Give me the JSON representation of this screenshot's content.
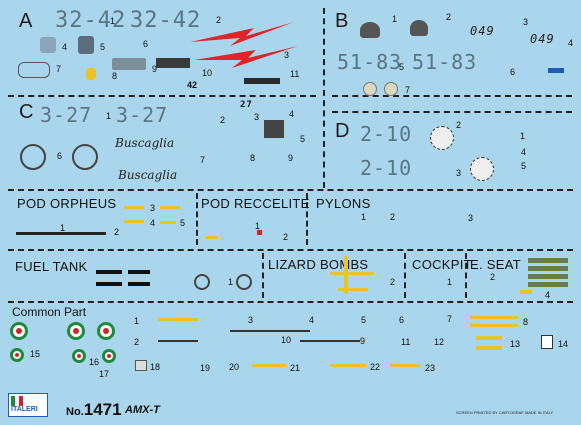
{
  "sections": {
    "A": {
      "letter": "A",
      "code_left": "32-42",
      "code_right": "32-42",
      "nums": [
        "1",
        "2",
        "3",
        "4",
        "5",
        "6",
        "7",
        "8",
        "9",
        "10",
        "11"
      ],
      "tail": "42"
    },
    "B": {
      "letter": "B",
      "code_left": "51-83",
      "code_right": "51-83",
      "nums": [
        "1",
        "2",
        "3",
        "4",
        "5",
        "6",
        "7"
      ],
      "tail_left": "049",
      "tail_right": "049"
    },
    "C": {
      "letter": "C",
      "code_left": "3-27",
      "code_right": "3-27",
      "nums": [
        "1",
        "2",
        "3",
        "4",
        "5",
        "6",
        "7",
        "8",
        "9"
      ],
      "tail": "27",
      "script": "Buscaglia"
    },
    "D": {
      "letter": "D",
      "code_top": "2-10",
      "code_bottom": "2-10",
      "nums": [
        "1",
        "2",
        "3",
        "4",
        "5"
      ]
    }
  },
  "labels": {
    "pod_orpheus": "POD ORPHEUS",
    "pod_reccelite": "POD RECCELITE",
    "pylons": "PYLONS",
    "fuel_tank": "FUEL TANK",
    "lizard_bombs": "LIZARD BOMBS",
    "cockpit": "COCKPIT",
    "eseat": "E. SEAT",
    "common_part": "Common Part"
  },
  "common_nums": [
    "1",
    "2",
    "3",
    "4",
    "5",
    "6",
    "7",
    "8",
    "9",
    "10",
    "11",
    "12",
    "13",
    "14",
    "15",
    "16",
    "17",
    "18",
    "19",
    "20",
    "21",
    "22",
    "23"
  ],
  "footer": {
    "brand": "ITALERI",
    "kit_prefix": "No.",
    "kit_number": "1471",
    "kit_name": "AMX-T",
    "printer": "SCREEN PRINTED BY CARTOGRAF MADE IN ITALY"
  },
  "colors": {
    "background": "#a9d6ec",
    "code_grey": "#5a7586",
    "lightning": "#e0242a",
    "yellow": "#e8c32a",
    "brand_blue": "#1a5fb4"
  }
}
